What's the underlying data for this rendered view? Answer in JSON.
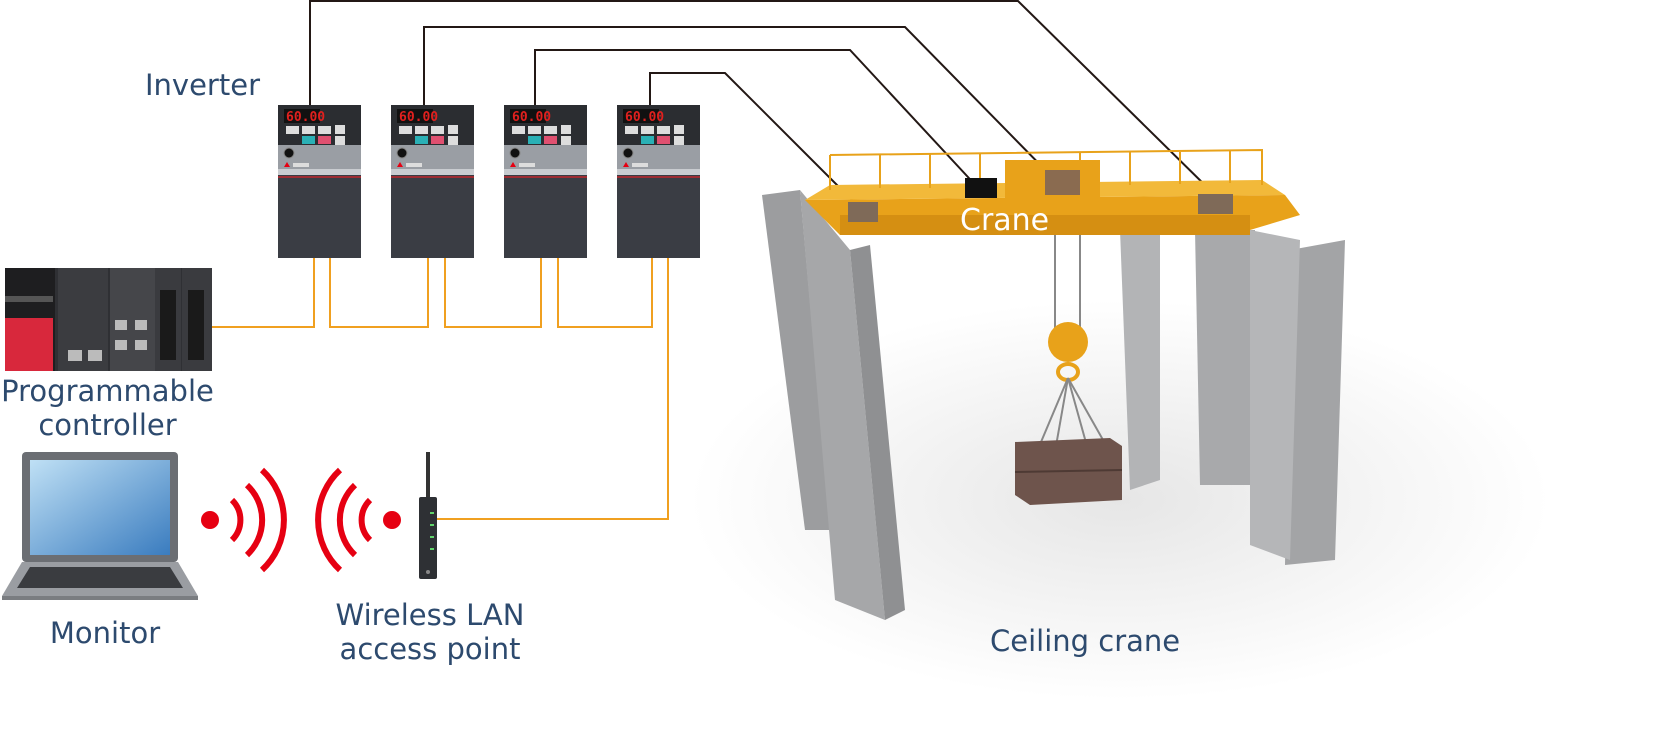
{
  "labels": {
    "inverter": "Inverter",
    "plc_line1": "Programmable",
    "plc_line2": "controller",
    "monitor": "Monitor",
    "ap_line1": "Wireless LAN",
    "ap_line2": "access point",
    "crane": "Crane",
    "ceiling_crane": "Ceiling crane"
  },
  "inverter_display": "60.00",
  "colors": {
    "ethernet_line": "#f0a020",
    "signal_line": "#231815",
    "wireless_signal": "#e60012",
    "crane_yellow": "#e8a21a",
    "pillar_grey": "#a3a4a6",
    "label_text": "#2d4a6e"
  }
}
